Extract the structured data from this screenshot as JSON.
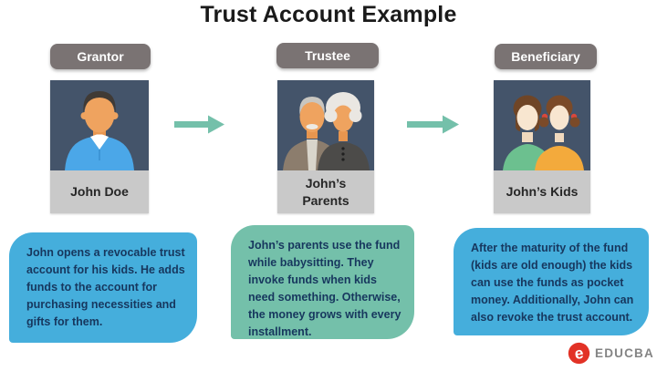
{
  "title": "Trust Account Example",
  "columns": [
    {
      "role_label": "Grantor",
      "person_name": "John Doe",
      "figure": "man-portrait",
      "description": "John opens a revocable trust account for his kids. He adds funds to the account for purchasing necessities and gifts for them."
    },
    {
      "role_label": "Trustee",
      "person_name": "John’s Parents",
      "figure": "elderly-couple-portrait",
      "description": "John’s parents use the fund while babysitting. They invoke funds when kids need something. Otherwise, the money grows with every installment."
    },
    {
      "role_label": "Beneficiary",
      "person_name": "John’s Kids",
      "figure": "two-kids-portrait",
      "description": "After the maturity of the fund (kids are old enough) the kids can use the funds as pocket money. Additionally, John can also revoke the trust account."
    }
  ],
  "logo": {
    "text": "EDUCBA"
  },
  "colors": {
    "title_text": "#1A1A1A",
    "role_label_bg": "#7A7373",
    "role_label_text": "#FFFFFF",
    "card_photo_bg": "#44546A",
    "card_name_bg": "#C9C9C9",
    "card_name_text": "#262626",
    "arrow": "#74C0AA",
    "box_blue": "#45AEDC",
    "box_teal": "#74C0AA",
    "box_text": "#17375E",
    "logo_red": "#E23226",
    "logo_gray": "#848484"
  }
}
